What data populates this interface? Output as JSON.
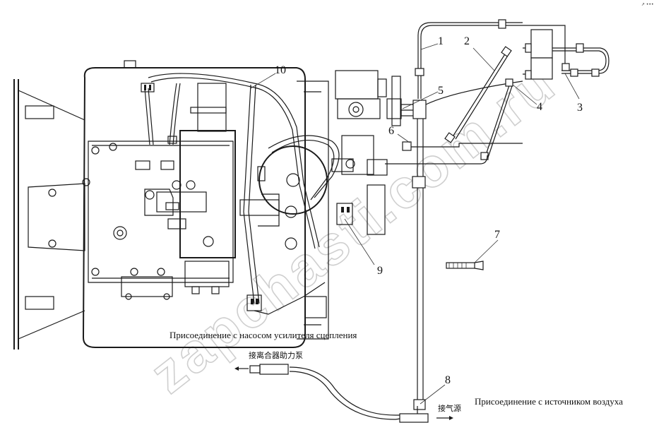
{
  "corner_mark": "↗ •••",
  "watermark": "zapchasti.com.ru",
  "callouts": [
    "1",
    "2",
    "3",
    "4",
    "5",
    "6",
    "7",
    "8",
    "9",
    "10"
  ],
  "captions": {
    "clutch_pump_ru": "Присоединение с насосом усилителя сцепления",
    "clutch_pump_cn": "接离合器助力泵",
    "air_source_ru": "Присоединение с источником воздуха",
    "air_source_cn": "接气源"
  },
  "icons": [
    "left-arrow-icon",
    "right-arrow-icon"
  ]
}
